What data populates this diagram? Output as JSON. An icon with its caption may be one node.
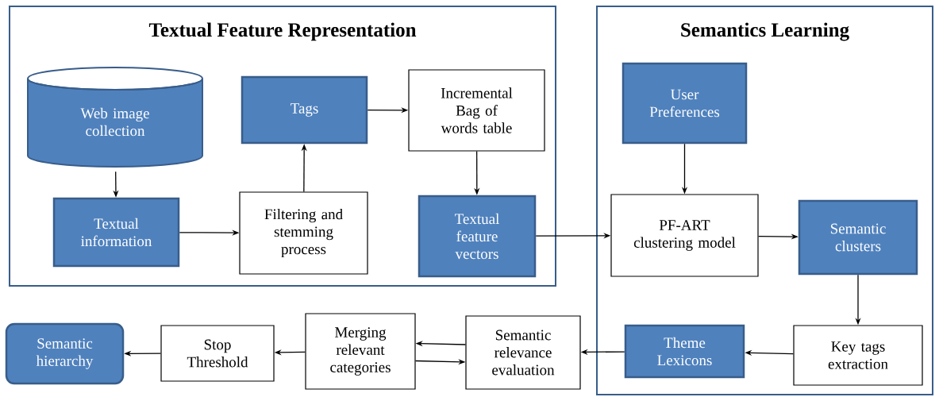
{
  "diagram": {
    "nodes": [
      {
        "text": [
          "Textual Feature Representation"
        ]
      },
      {
        "text": [
          "Semantics Learning"
        ]
      },
      {
        "text": [
          "Web image collection"
        ],
        "in": 0
      },
      {
        "text": [
          "Tags"
        ],
        "in": 0
      },
      {
        "text": [
          "Incremental Bag of words table"
        ],
        "in": 0
      },
      {
        "text": [
          "Textual information"
        ],
        "in": 0
      },
      {
        "text": [
          "Filtering and stemming process"
        ],
        "in": 0
      },
      {
        "text": [
          "Textual feature vectors"
        ],
        "in": 0
      },
      {
        "text": [
          "User Preferences"
        ],
        "in": 1
      },
      {
        "text": [
          "PF-ART clustering model"
        ],
        "in": 1
      },
      {
        "text": [
          "Semantic clusters"
        ],
        "in": 1
      },
      {
        "text": [
          "Key tags extraction"
        ],
        "in": 1
      },
      {
        "text": [
          "Theme Lexicons"
        ],
        "in": 1
      },
      {
        "text": [
          "Semantic relevance evaluation"
        ]
      },
      {
        "text": [
          "Merging relevant categories"
        ]
      },
      {
        "text": [
          "Stop Threshold"
        ]
      },
      {
        "text": [
          "Semantic hierarchy"
        ]
      }
    ],
    "edges": [
      {
        "from": 2,
        "to": 5,
        "arrow": "to"
      },
      {
        "from": 5,
        "to": 6,
        "arrow": "to"
      },
      {
        "from": 6,
        "to": 3,
        "arrow": "to"
      },
      {
        "from": 3,
        "to": 4,
        "arrow": "to"
      },
      {
        "from": 4,
        "to": 7,
        "arrow": "to"
      },
      {
        "from": 7,
        "to": 9,
        "arrow": "to"
      },
      {
        "from": 8,
        "to": 9,
        "arrow": "to"
      },
      {
        "from": 9,
        "to": 10,
        "arrow": "to"
      },
      {
        "from": 10,
        "to": 11,
        "arrow": "to"
      },
      {
        "from": 11,
        "to": 12,
        "arrow": "to"
      },
      {
        "from": 12,
        "to": 13,
        "arrow": "to"
      },
      {
        "from": 13,
        "to": 14,
        "arrow": "to"
      },
      {
        "from": 14,
        "to": 13,
        "arrow": "to"
      },
      {
        "from": 14,
        "to": 15,
        "arrow": "to"
      },
      {
        "from": 15,
        "to": 16,
        "arrow": "to"
      }
    ]
  }
}
